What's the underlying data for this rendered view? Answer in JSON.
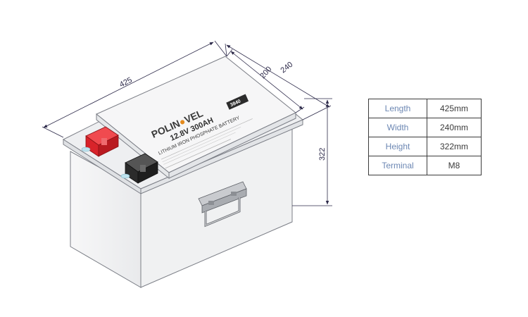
{
  "dimensions": {
    "length_label": "425",
    "depth_label": "200",
    "width_label": "240",
    "height_label": "322"
  },
  "label": {
    "brand_left": "POLIN",
    "brand_right": "VEL",
    "voltage_capacity": "12.8V 300AH",
    "chemistry": "LITHIUM IRON PHOSPHATE BATTERY",
    "badge": "3840"
  },
  "spec_table": {
    "rows": [
      {
        "key": "Length",
        "value": "425mm"
      },
      {
        "key": "Width",
        "value": "240mm"
      },
      {
        "key": "Height",
        "value": "322mm"
      },
      {
        "key": "Terminal",
        "value": "M8"
      }
    ]
  },
  "colors": {
    "dimension": "#2d2a4a",
    "positive_terminal": "#d8232a",
    "negative_terminal": "#2b2b2b",
    "table_key_text": "#6c87b3"
  }
}
